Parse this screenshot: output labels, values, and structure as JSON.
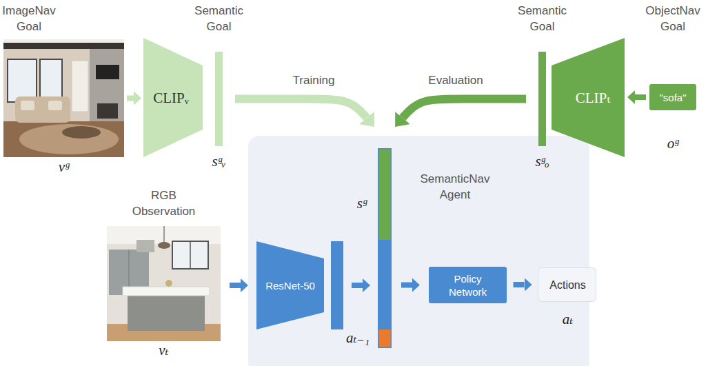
{
  "diagram": {
    "nodes": [
      {
        "text": [
          "ImageNav Goal",
          "vᵍ"
        ]
      },
      {
        "text": [
          "CLIPᵥ"
        ]
      },
      {
        "text": [
          "Semantic Goal",
          "sᵍᵥ"
        ]
      },
      {
        "text": [
          "Semantic Goal",
          "sᵍₒ"
        ]
      },
      {
        "text": [
          "CLIPₜ"
        ]
      },
      {
        "text": [
          "ObjectNav Goal",
          "\"sofa\"",
          "oᵍ"
        ]
      },
      {
        "text": [
          "RGB Observation",
          "vₜ"
        ]
      },
      {
        "text": [
          "SemanticNav Agent"
        ]
      },
      {
        "text": [
          "ResNet-50"
        ],
        "in": 7
      },
      {
        "text": [
          "sᵍ",
          "aₜ₋₁"
        ],
        "in": 7
      },
      {
        "text": [
          "Policy Network"
        ],
        "in": 7
      },
      {
        "text": [
          "Actions",
          "aₜ"
        ]
      }
    ],
    "edges": [
      {
        "from": 0,
        "to": 1,
        "arrow": "to"
      },
      {
        "from": 2,
        "to": 9,
        "label": "Training",
        "arrow": "to"
      },
      {
        "from": 3,
        "to": 9,
        "label": "Evaluation",
        "arrow": "to"
      },
      {
        "from": 5,
        "to": 4,
        "arrow": "to"
      },
      {
        "from": 6,
        "to": 8,
        "arrow": "to"
      },
      {
        "from": 8,
        "to": 9,
        "arrow": "to"
      },
      {
        "from": 9,
        "to": 10,
        "arrow": "to"
      },
      {
        "from": 10,
        "to": 11,
        "arrow": "to"
      }
    ]
  }
}
